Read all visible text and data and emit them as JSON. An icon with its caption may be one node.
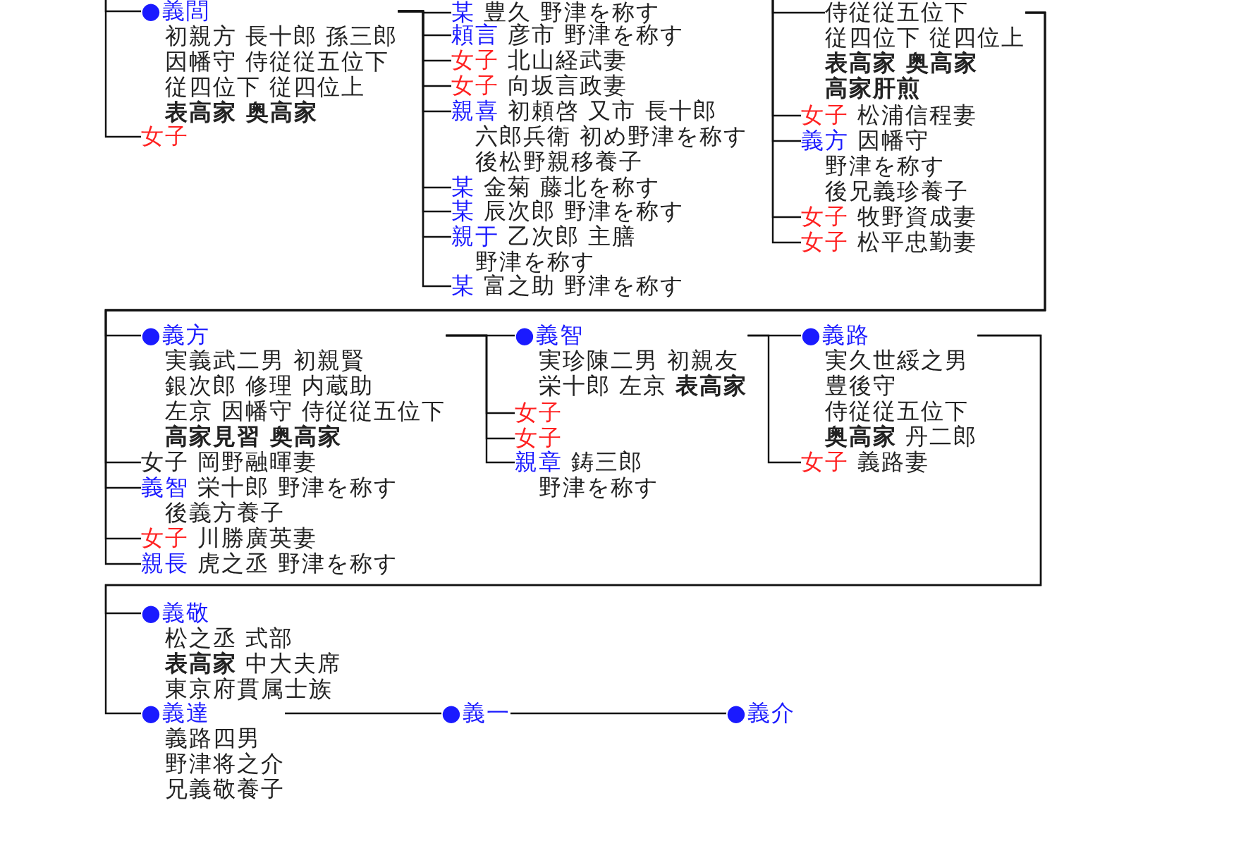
{
  "diagram": {
    "nodes": [
      {
        "text": [
          "●義閭",
          "初親方 長十郎 孫三郎因幡守 侍従従五位下従四位下 従四位上**表高家 奥高家**"
        ]
      },
      {
        "text": [
          "女子"
        ]
      },
      {
        "text": [
          "某",
          "豊久 野津を称す"
        ]
      },
      {
        "text": [
          "頼言",
          "彦市 野津を称す"
        ]
      },
      {
        "text": [
          "女子",
          "北山経武妻"
        ]
      },
      {
        "text": [
          "女子",
          "向坂言政妻"
        ]
      },
      {
        "text": [
          "親喜",
          "初頼啓 又市 長十郎六郎兵衛 初め野津を称す後松野親移養子"
        ]
      },
      {
        "text": [
          "某",
          "金菊 藤北を称す"
        ]
      },
      {
        "text": [
          "某",
          "辰次郎 野津を称す"
        ]
      },
      {
        "text": [
          "親于",
          "乙次郎 主膳野津を称す"
        ]
      },
      {
        "text": [
          "某",
          "富之助 野津を称す"
        ]
      },
      {
        "text": [
          "侍従従五位下従四位下 従四位上**表高家 奥高家高家肝煎**"
        ]
      },
      {
        "text": [
          "女子",
          "松浦信程妻"
        ]
      },
      {
        "text": [
          "義方",
          "因幡守野津を称す後兄義珍養子"
        ]
      },
      {
        "text": [
          "女子",
          "牧野資成妻"
        ]
      },
      {
        "text": [
          "女子",
          "松平忠勤妻"
        ]
      },
      {
        "text": [
          "●義方",
          "実義武二男 初親賢銀次郎 修理 内蔵助左京 因幡守 侍従従五位下**高家見習 奥高家**"
        ]
      },
      {
        "text": [
          "女子",
          "岡野融暉妻"
        ]
      },
      {
        "text": [
          "義智",
          "栄十郎 野津を称す後義方養子"
        ]
      },
      {
        "text": [
          "女子",
          "川勝廣英妻"
        ]
      },
      {
        "text": [
          "親長",
          "虎之丞 野津を称す"
        ]
      },
      {
        "text": [
          "●義智",
          "実珍陳二男 初親友栄十郎 左京 **表高家**"
        ]
      },
      {
        "text": [
          "女子"
        ]
      },
      {
        "text": [
          "女子"
        ]
      },
      {
        "text": [
          "親章",
          "鋳三郎野津を称す"
        ]
      },
      {
        "text": [
          "●義路",
          "実久世綏之男豊後守侍従従五位下**奥高家** 丹二郎"
        ]
      },
      {
        "text": [
          "女子",
          "義路妻"
        ]
      },
      {
        "text": [
          "●義敬",
          "松之丞 式部**表高家** 中大夫席東京府貫属士族"
        ]
      },
      {
        "text": [
          "●義達",
          "義路四男野津将之介兄義敬養子"
        ]
      },
      {
        "text": [
          "●義一"
        ]
      },
      {
        "text": [
          "●義介"
        ]
      }
    ],
    "edges": [
      {
        "from": null,
        "to": 0,
        "arrow": "none"
      },
      {
        "from": null,
        "to": 1,
        "arrow": "none"
      },
      {
        "from": 0,
        "to": 2,
        "arrow": "none"
      },
      {
        "from": 0,
        "to": 3,
        "arrow": "none"
      },
      {
        "from": 0,
        "to": 4,
        "arrow": "none"
      },
      {
        "from": 0,
        "to": 5,
        "arrow": "none"
      },
      {
        "from": 0,
        "to": 6,
        "arrow": "none"
      },
      {
        "from": 0,
        "to": 7,
        "arrow": "none"
      },
      {
        "from": 0,
        "to": 8,
        "arrow": "none"
      },
      {
        "from": 0,
        "to": 9,
        "arrow": "none"
      },
      {
        "from": 0,
        "to": 10,
        "arrow": "none"
      },
      {
        "from": null,
        "to": 11,
        "arrow": "none"
      },
      {
        "from": null,
        "to": 12,
        "arrow": "none"
      },
      {
        "from": null,
        "to": 13,
        "arrow": "none"
      },
      {
        "from": null,
        "to": 14,
        "arrow": "none"
      },
      {
        "from": null,
        "to": 15,
        "arrow": "none"
      },
      {
        "from": 11,
        "to": 16,
        "arrow": "none"
      },
      {
        "from": 11,
        "to": 17,
        "arrow": "none"
      },
      {
        "from": 11,
        "to": 18,
        "arrow": "none"
      },
      {
        "from": 11,
        "to": 19,
        "arrow": "none"
      },
      {
        "from": 11,
        "to": 20,
        "arrow": "none"
      },
      {
        "from": 16,
        "to": 21,
        "arrow": "none"
      },
      {
        "from": 16,
        "to": 22,
        "arrow": "none"
      },
      {
        "from": 16,
        "to": 23,
        "arrow": "none"
      },
      {
        "from": 16,
        "to": 24,
        "arrow": "none"
      },
      {
        "from": 21,
        "to": 25,
        "arrow": "none"
      },
      {
        "from": 21,
        "to": 26,
        "arrow": "none"
      },
      {
        "from": 25,
        "to": 27,
        "arrow": "none"
      },
      {
        "from": 25,
        "to": 28,
        "arrow": "none"
      },
      {
        "from": 28,
        "to": 29,
        "arrow": "none"
      },
      {
        "from": 29,
        "to": 30,
        "arrow": "none"
      }
    ]
  }
}
